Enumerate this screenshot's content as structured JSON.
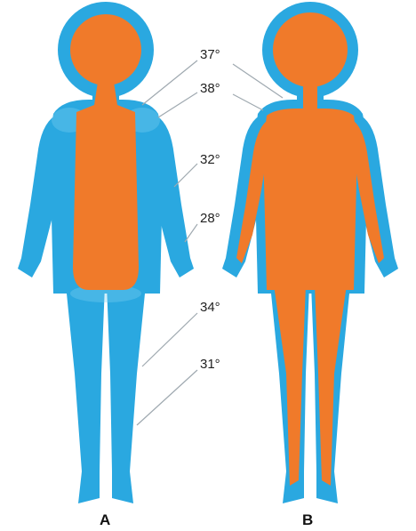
{
  "colors": {
    "shell_blue": "#2aa8e0",
    "shell_light": "#7fd0f0",
    "core_orange": "#f07a2a",
    "leader_line": "#9fa9b0"
  },
  "figures": {
    "a": {
      "label": "A"
    },
    "b": {
      "label": "B"
    }
  },
  "temperatures": {
    "t37": "37°",
    "t38": "38°",
    "t32": "32°",
    "t28": "28°",
    "t34": "34°",
    "t31": "31°"
  }
}
